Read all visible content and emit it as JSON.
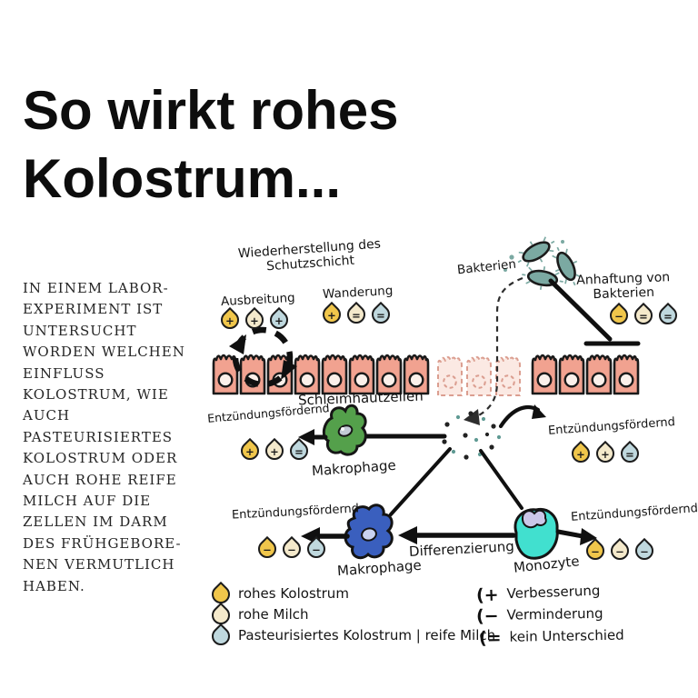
{
  "title": {
    "line1": "So wirkt rohes",
    "line2": "Kolostrum..."
  },
  "intro": {
    "text": "IN EINEM LABOR-\nEXPERIMENT IST\nUNTERSUCHT\nWORDEN WELCHEN\nEINFLUSS\nKOLOSTRUM, WIE\nAUCH\nPASTEURISIERTES\nKOLOSTRUM ODER\nAUCH ROHE REIFE\nMILCH AUF DIE\nZELLEN IM DARM\nDES FRÜHGEBORE-\nNEN VERMUTLICH\nHABEN."
  },
  "diagram": {
    "labels": {
      "restoration_line1": "Wiederherstellung des",
      "restoration_line2": "Schutzschicht",
      "spreading": "Ausbreitung",
      "migration": "Wanderung",
      "bacteria": "Bakterien",
      "adhesion_line1": "Anhaftung von",
      "adhesion_line2": "Bakterien",
      "mucosa": "Schleimhautzellen",
      "inflammation_mid_left": "Entzündungsfördernd",
      "inflammation_mid_right": "Entzündungsfördernd",
      "inflammation_bottom_left": "Entzündungsfördernd",
      "inflammation_bottom_right": "Entzündungsfördernd",
      "macrophage_top": "Makrophage",
      "macrophage_bottom": "Makrophage",
      "monocyte": "Monozyte",
      "differentiation": "Differenzierung"
    },
    "effects": {
      "spreading": [
        "+",
        "+",
        "+"
      ],
      "migration": [
        "+",
        "=",
        "="
      ],
      "adhesion": [
        "−",
        "=",
        "="
      ],
      "inflammation_mid_left": [
        "+",
        "+",
        "="
      ],
      "inflammation_mid_right": [
        "+",
        "+",
        "="
      ],
      "inflammation_bottom_left": [
        "−",
        "−",
        "−"
      ],
      "inflammation_bottom_right": [
        "−",
        "−",
        "−"
      ]
    },
    "legend_drops": [
      {
        "color": "#F0C64B",
        "label": "rohes Kolostrum"
      },
      {
        "color": "#F4E9CB",
        "label": "rohe Milch"
      },
      {
        "color": "#BFD8DE",
        "label": "Pasteurisiertes Kolostrum | reife Milch"
      }
    ],
    "legend_symbols": [
      {
        "symbol": "(+",
        "label": "Verbesserung"
      },
      {
        "symbol": "(−",
        "label": "Verminderung"
      },
      {
        "symbol": "(=",
        "label": "kein Unterschied"
      }
    ],
    "colors": {
      "drop_raw_colostrum": "#F0C64B",
      "drop_raw_milk": "#F4E9CB",
      "drop_pasteurized": "#BFD8DE",
      "mucosa_cell": "#F1A290",
      "bacteria": "#7BA9A2",
      "macrophage_top": "#54A04B",
      "macrophage_bottom": "#3A5FBE",
      "monocyte": "#41E0CF"
    }
  }
}
